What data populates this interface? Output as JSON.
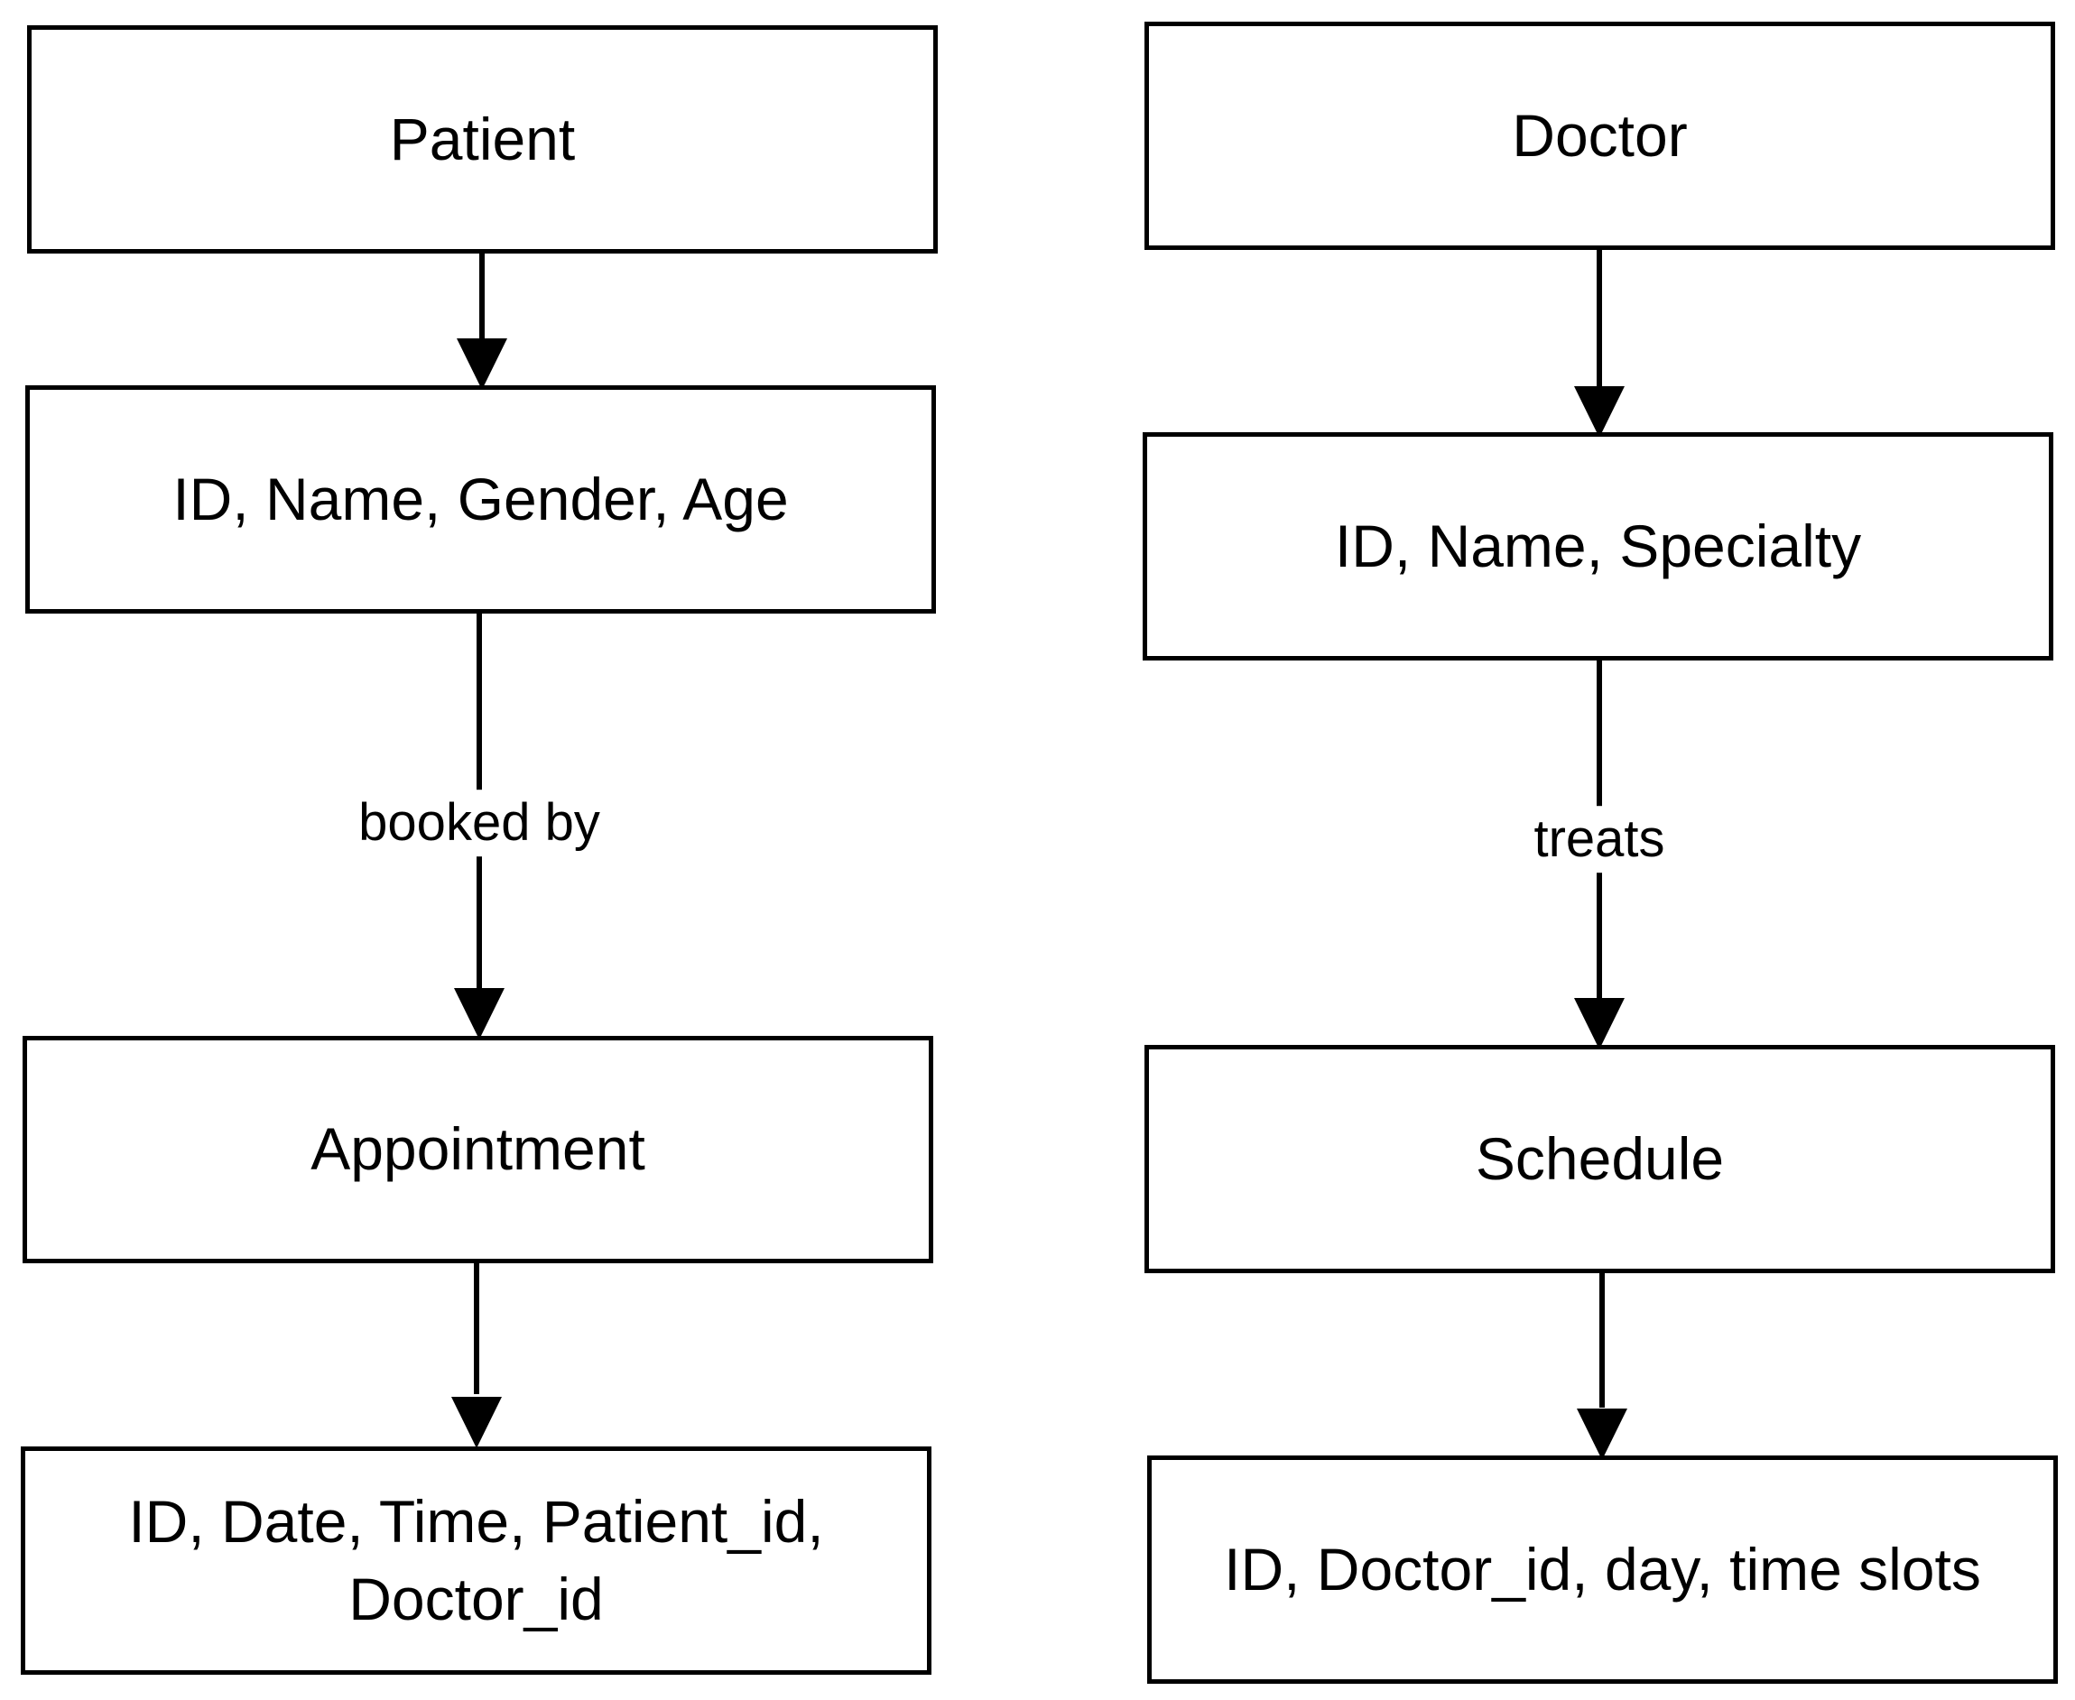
{
  "diagram": {
    "left_column": {
      "entity": "Patient",
      "entity_attributes": "ID, Name, Gender, Age",
      "relation_label": "booked by",
      "related_entity": "Appointment",
      "related_attributes_line1": "ID, Date, Time, Patient_id,",
      "related_attributes_line2": "Doctor_id"
    },
    "right_column": {
      "entity": "Doctor",
      "entity_attributes": "ID, Name, Specialty",
      "relation_label": "treats",
      "related_entity": "Schedule",
      "related_attributes": "ID, Doctor_id, day, time slots"
    },
    "colors": {
      "stroke": "#000000",
      "background": "#ffffff"
    }
  }
}
